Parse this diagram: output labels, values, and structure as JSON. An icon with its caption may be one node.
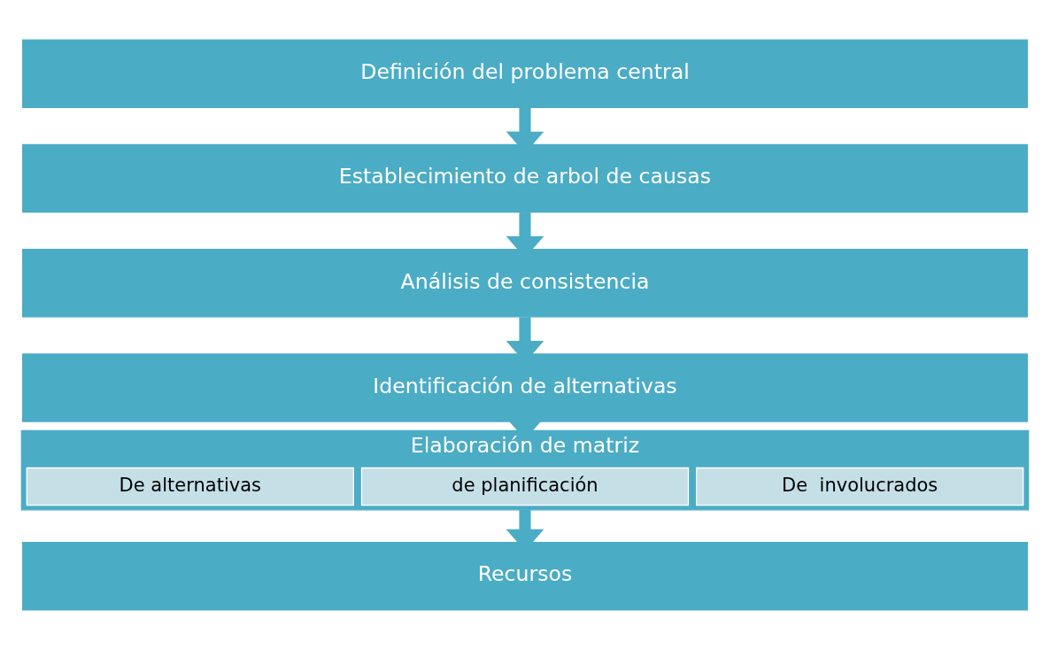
{
  "diagram": {
    "nodes": [
      {
        "text": [
          "Definición del problema central"
        ]
      },
      {
        "text": [
          "Establecimiento de arbol de causas"
        ]
      },
      {
        "text": [
          "Análisis de consistencia"
        ]
      },
      {
        "text": [
          "Identificación de alternativas"
        ]
      },
      {
        "text": [
          "Elaboración de matriz"
        ]
      },
      {
        "text": [
          "De  involucrados"
        ],
        "in": 4
      },
      {
        "text": [
          "de planificación"
        ],
        "in": 4
      },
      {
        "text": [
          "De alternativas"
        ],
        "in": 4
      },
      {
        "text": [
          "Recursos"
        ]
      }
    ],
    "edges": [
      {
        "from": 0,
        "to": 1,
        "arrow": "to"
      },
      {
        "from": 1,
        "to": 2,
        "arrow": "to"
      },
      {
        "from": 2,
        "to": 3,
        "arrow": "to"
      },
      {
        "from": 3,
        "to": 4,
        "arrow": "to"
      },
      {
        "from": 4,
        "to": 8,
        "arrow": "to"
      }
    ]
  }
}
